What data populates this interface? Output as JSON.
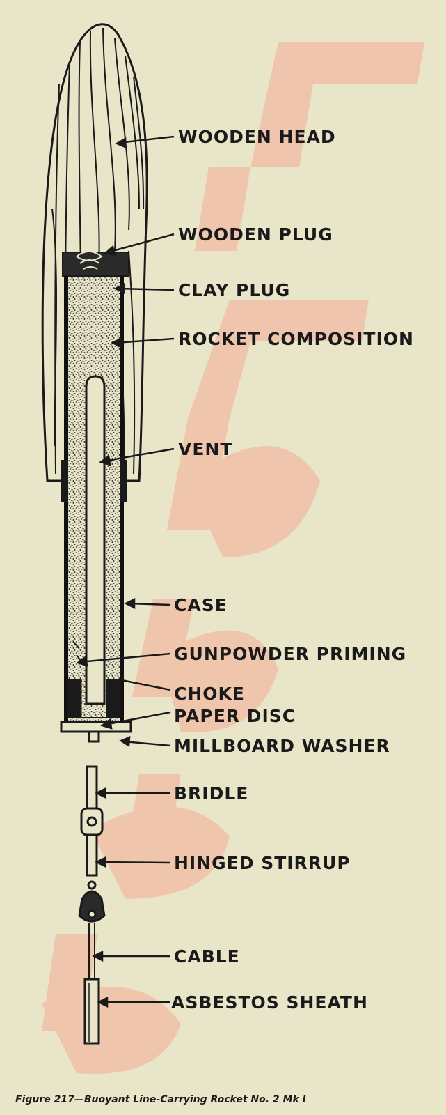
{
  "labels": {
    "wooden_head": "WOODEN HEAD",
    "wooden_plug": "WOODEN PLUG",
    "clay_plug": "CLAY PLUG",
    "rocket_composition": "ROCKET COMPOSITION",
    "vent": "VENT",
    "case": "CASE",
    "gunpowder_priming": "GUNPOWDER PRIMING",
    "choke": "CHOKE",
    "paper_disc": "PAPER DISC",
    "millboard_washer": "MILLBOARD WASHER",
    "bridle": "BRIDLE",
    "hinged_stirrup": "HINGED STIRRUP",
    "cable": "CABLE",
    "asbestos_sheath": "ASBESTOS SHEATH"
  },
  "caption": "Figure 217—Buoyant Line-Carrying Rocket No. 2 Mk I",
  "colors": {
    "paper": "#e9e5c9",
    "ink": "#1a1a1a",
    "watermark": "#f2a38c"
  }
}
